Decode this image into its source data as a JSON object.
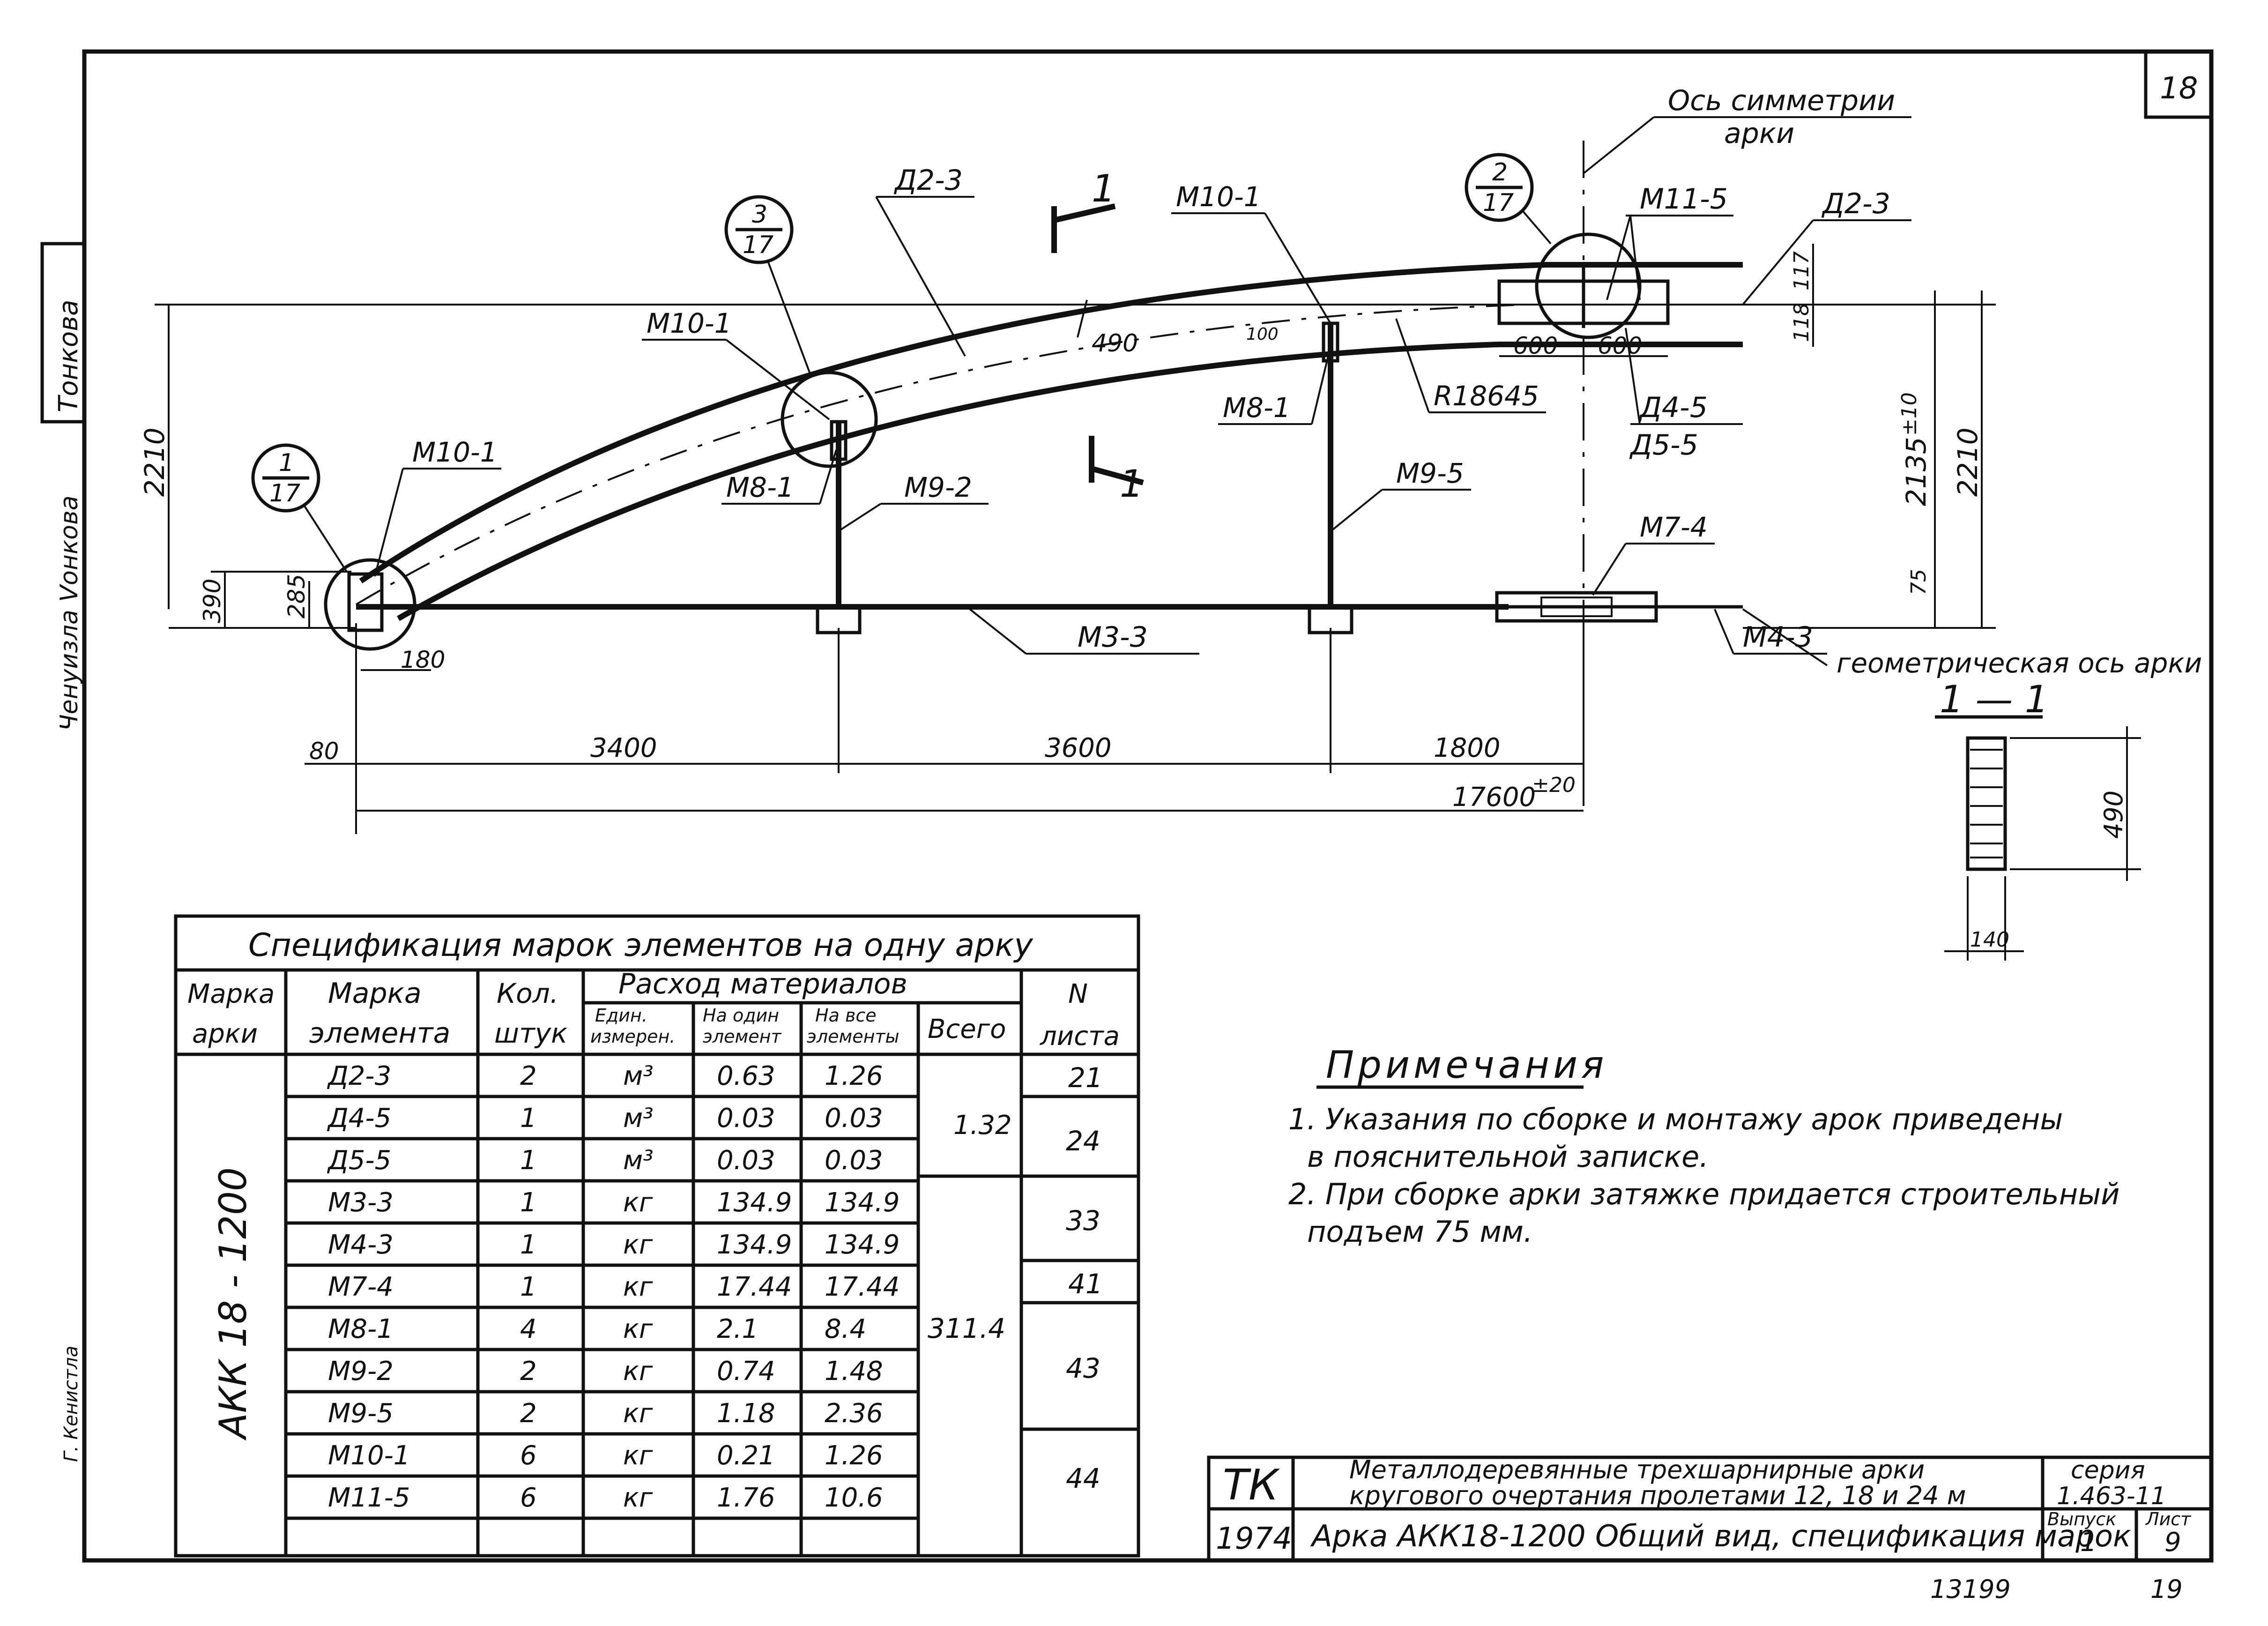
{
  "sheet_number": "18",
  "side_stamp": {
    "text": "Тонкова",
    "signatures_left": "Ченуизла Vонкова",
    "signature_bottom": "Г. Кенистла"
  },
  "drawing": {
    "symmetry_axis_label_1": "Ось симметрии",
    "symmetry_axis_label_2": "арки",
    "callout_1": {
      "num": "1",
      "den": "17"
    },
    "callout_2": {
      "num": "2",
      "den": "17"
    },
    "callout_3": {
      "num": "3",
      "den": "17"
    },
    "section_marker": "1",
    "labels": {
      "d2_3_top": "Д2-3",
      "d2_3_right": "Д2-3",
      "m10_1_a": "М10-1",
      "m10_1_b": "М10-1",
      "m10_1_c": "М10-1",
      "m11_5": "М11-5",
      "m8_1_a": "М8-1",
      "m8_1_b": "М8-1",
      "m9_2": "М9-2",
      "m9_5": "М9-5",
      "m7_4": "М7-4",
      "m3_3": "М3-3",
      "m4_3": "М4-3",
      "d4_5": "Д4-5",
      "d5_5": "Д5-5",
      "radius": "R18645",
      "geom_axis": "геометрическая ось арки"
    },
    "dims": {
      "d2210_left": "2210",
      "d390": "390",
      "d285": "285",
      "d180": "180",
      "d80": "80",
      "d3400": "3400",
      "d3600": "3600",
      "d1800": "1800",
      "d17600": "17600",
      "d17600_tol": "±20",
      "d490_arch": "490",
      "d100": "100",
      "d600_a": "600",
      "d600_b": "600",
      "d117": "117",
      "d118": "118",
      "d2135": "2135",
      "d2135_tol": "±10",
      "d2210_right": "2210",
      "d75": "75"
    },
    "section": {
      "title": "1 — 1",
      "height": "490",
      "width": "140"
    }
  },
  "spec_table": {
    "title": "Спецификация марок элементов на одну арку",
    "headers": {
      "marka_arki_1": "Марка",
      "marka_arki_2": "арки",
      "marka_el_1": "Марка",
      "marka_el_2": "элемента",
      "kol_1": "Кол.",
      "kol_2": "штук",
      "rashod": "Расход материалов",
      "edin_1": "Един.",
      "edin_2": "измерен.",
      "odin_1": "На один",
      "odin_2": "элемент",
      "vse_1": "На все",
      "vse_2": "элементы",
      "vsego": "Всего",
      "list_1": "N",
      "list_2": "листа"
    },
    "arch_mark": "АКК 18 - 1200",
    "rows": [
      {
        "el": "Д2-3",
        "qty": "2",
        "unit": "м³",
        "one": "0.63",
        "all": "1.26"
      },
      {
        "el": "Д4-5",
        "qty": "1",
        "unit": "м³",
        "one": "0.03",
        "all": "0.03"
      },
      {
        "el": "Д5-5",
        "qty": "1",
        "unit": "м³",
        "one": "0.03",
        "all": "0.03"
      },
      {
        "el": "М3-3",
        "qty": "1",
        "unit": "кг",
        "one": "134.9",
        "all": "134.9"
      },
      {
        "el": "М4-3",
        "qty": "1",
        "unit": "кг",
        "one": "134.9",
        "all": "134.9"
      },
      {
        "el": "М7-4",
        "qty": "1",
        "unit": "кг",
        "one": "17.44",
        "all": "17.44"
      },
      {
        "el": "М8-1",
        "qty": "4",
        "unit": "кг",
        "one": "2.1",
        "all": "8.4"
      },
      {
        "el": "М9-2",
        "qty": "2",
        "unit": "кг",
        "one": "0.74",
        "all": "1.48"
      },
      {
        "el": "М9-5",
        "qty": "2",
        "unit": "кг",
        "one": "1.18",
        "all": "2.36"
      },
      {
        "el": "М10-1",
        "qty": "6",
        "unit": "кг",
        "one": "0.21",
        "all": "1.26"
      },
      {
        "el": "М11-5",
        "qty": "6",
        "unit": "кг",
        "one": "1.76",
        "all": "10.6"
      }
    ],
    "total_wood": "1.32",
    "total_metal": "311.4",
    "sheets": [
      "21",
      "24",
      "33",
      "41",
      "43",
      "44"
    ]
  },
  "notes": {
    "title": "Примечания",
    "items": [
      "1. Указания по сборке и монтажу арок приведены",
      "в пояснительной записке.",
      "2. При сборке арки затяжке придается строительный",
      "подъем 75 мм."
    ]
  },
  "title_block": {
    "org": "ТК",
    "year": "1974",
    "title_line1": "Металлодеревянные трехшарнирные арки",
    "title_line2": "кругового очертания пролетами 12, 18 и 24 м",
    "drawing_name": "Арка АКК18-1200 Общий вид, спецификация марок",
    "series_label": "серия",
    "series_value": "1.463-11",
    "issue_label": "Выпуск",
    "issue_value": "1",
    "sheet_label": "Лист",
    "sheet_value": "9"
  },
  "bottom_numbers": {
    "left": "13199",
    "right": "19"
  }
}
